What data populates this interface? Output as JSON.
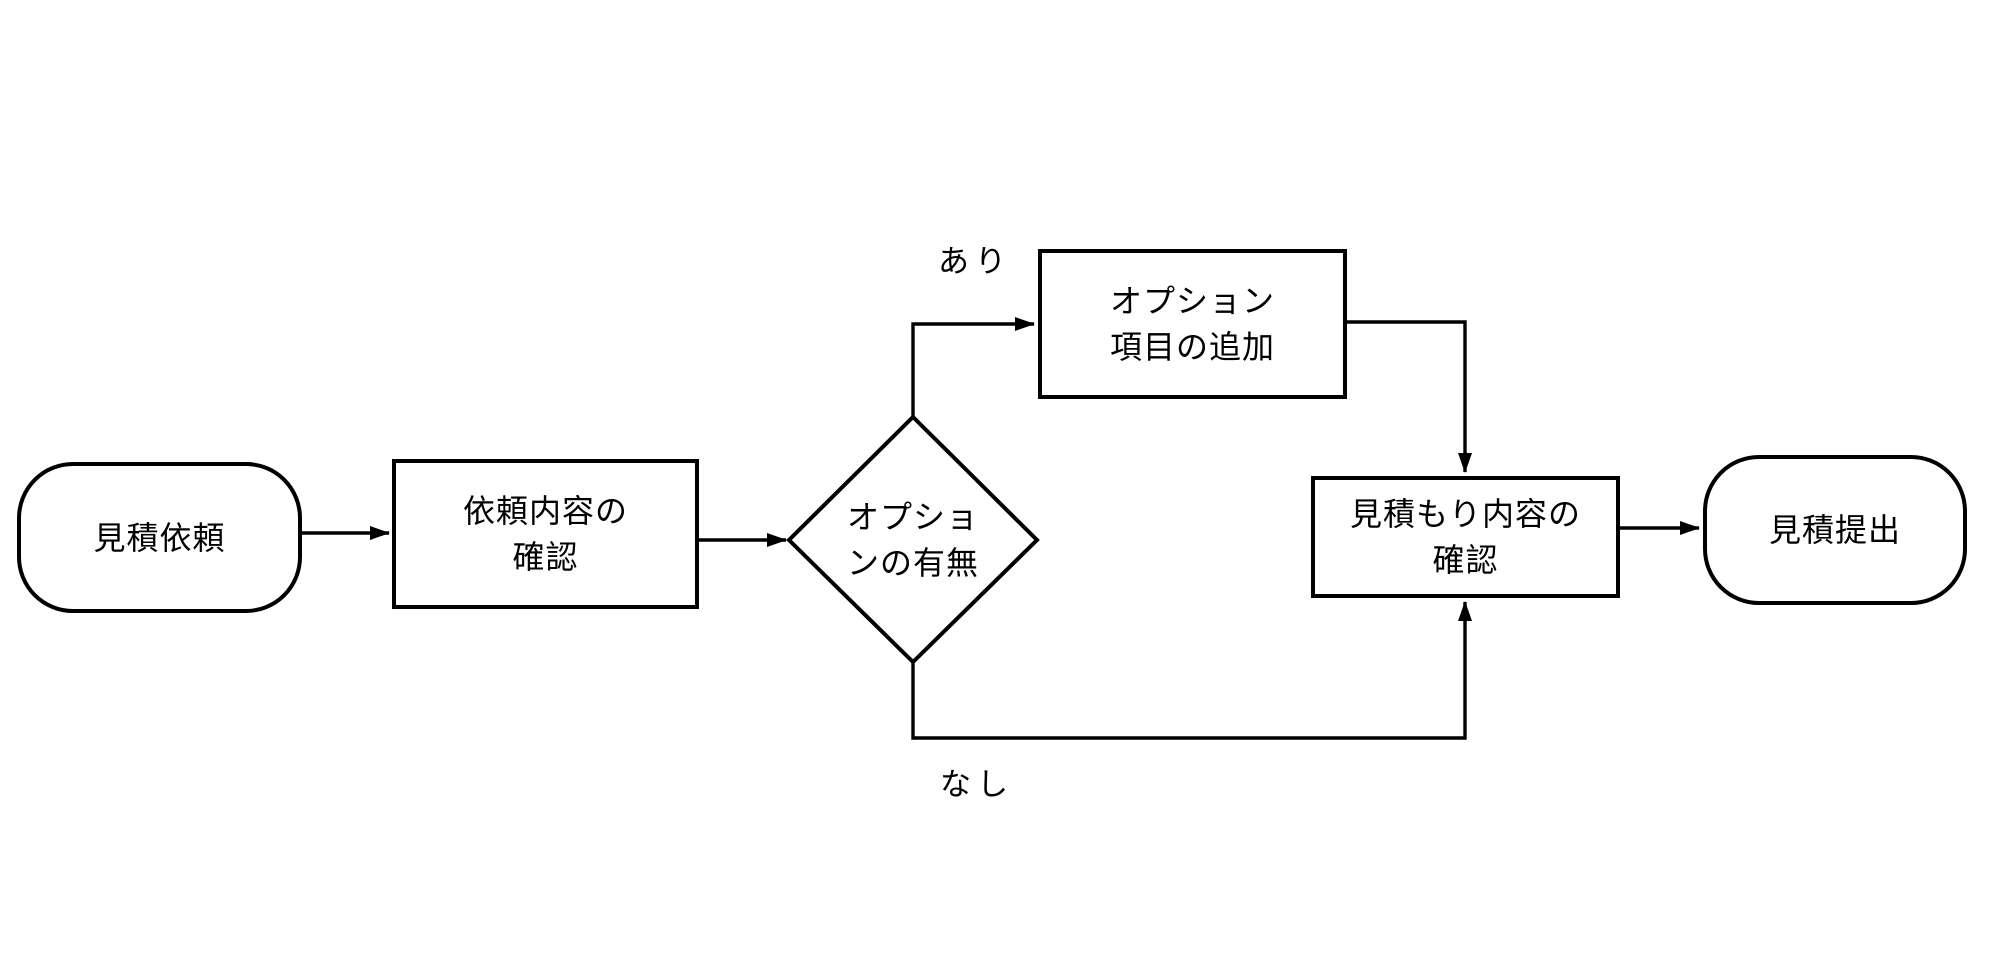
{
  "diagram": {
    "type": "flowchart",
    "colors": {
      "background": "#ffffff",
      "stroke": "#000000",
      "text": "#000000"
    },
    "nodes": [
      {
        "id": "start",
        "type": "terminator",
        "label": "見積依頼"
      },
      {
        "id": "confirm-request",
        "type": "process",
        "label": "依頼内容の\n確認"
      },
      {
        "id": "option-check",
        "type": "decision",
        "label": "オプショ\nンの有無"
      },
      {
        "id": "add-options",
        "type": "process",
        "label": "オプション\n項目の追加"
      },
      {
        "id": "confirm-quote",
        "type": "process",
        "label": "見積もり内容の\n確認"
      },
      {
        "id": "end",
        "type": "terminator",
        "label": "見積提出"
      }
    ],
    "edges": [
      {
        "from": "start",
        "to": "confirm-request",
        "label": ""
      },
      {
        "from": "confirm-request",
        "to": "option-check",
        "label": ""
      },
      {
        "from": "option-check",
        "to": "add-options",
        "label": "あり"
      },
      {
        "from": "add-options",
        "to": "confirm-quote",
        "label": ""
      },
      {
        "from": "option-check",
        "to": "confirm-quote",
        "label": "なし"
      },
      {
        "from": "confirm-quote",
        "to": "end",
        "label": ""
      }
    ]
  }
}
